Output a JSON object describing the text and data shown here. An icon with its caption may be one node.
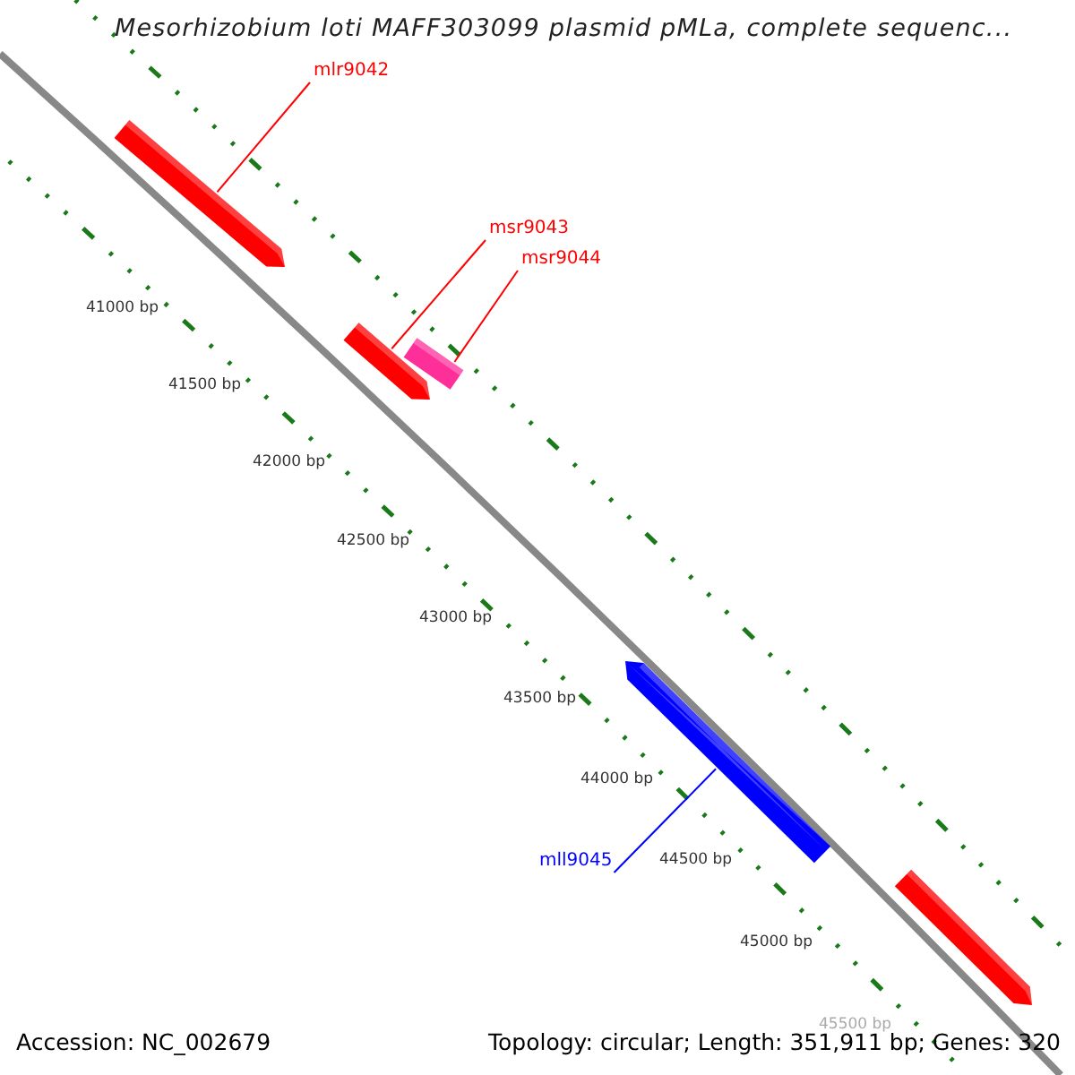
{
  "diagram": {
    "title": "Mesorhizobium loti MAFF303099 plasmid pMLa, complete sequenc...",
    "nodes": [
      {
        "text": [
          "mlr9042"
        ]
      },
      {
        "text": [],
        "shape": "bar"
      },
      {
        "text": [
          "msr9043"
        ]
      },
      {
        "text": [
          "msr9044"
        ]
      },
      {
        "text": [],
        "shape": "bar"
      },
      {
        "text": [],
        "shape": "box"
      },
      {
        "text": [],
        "shape": "bar"
      },
      {
        "text": [
          "mll9045"
        ]
      },
      {
        "text": [],
        "shape": "bar"
      }
    ],
    "edges": [
      {
        "from": 0,
        "to": 1,
        "arrow": "none"
      },
      {
        "from": 2,
        "to": 4,
        "arrow": "none"
      },
      {
        "from": 3,
        "to": 5,
        "arrow": "none"
      },
      {
        "from": 7,
        "to": 6,
        "arrow": "none",
        "color": "#0000ff"
      }
    ],
    "labels": [
      "41000 bp",
      "41500 bp",
      "42000 bp",
      "42500 bp",
      "43000 bp",
      "43500 bp",
      "44000 bp",
      "44500 bp",
      "45000 bp",
      "45500 bp",
      "Accession: NC_002679",
      "Topology: circular; Length: 351,911 bp; Genes: 320"
    ]
  }
}
